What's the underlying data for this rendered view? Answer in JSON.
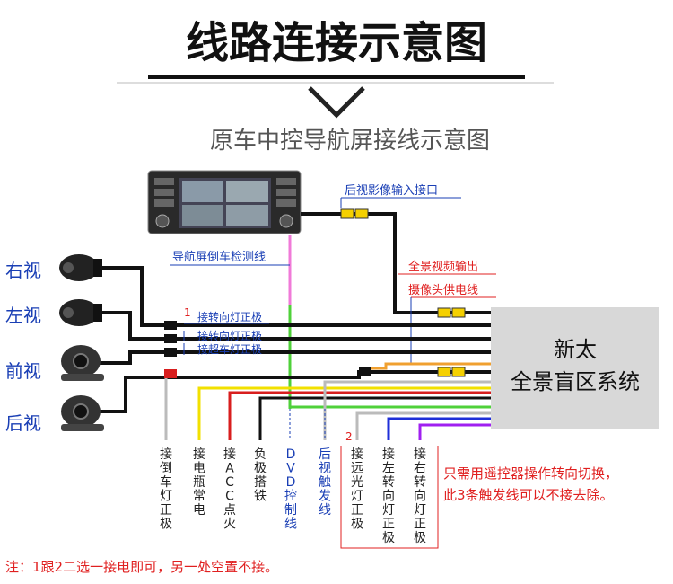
{
  "header": {
    "title": "线路连接示意图",
    "subtitle": "原车中控导航屏接线示意图"
  },
  "system_box": {
    "line1": "新太",
    "line2": "全景盲区系统"
  },
  "cameras": [
    {
      "label": "右视"
    },
    {
      "label": "左视"
    },
    {
      "label": "前视"
    },
    {
      "label": "后视"
    }
  ],
  "wire_labels": {
    "rear_input": "后视影像输入接口",
    "reverse_detect": "导航屏倒车检测线",
    "panorama_output": "全景视频输出",
    "camera_power": "摄像头供电线",
    "turn_signal_1": "接转向灯正极",
    "turn_signal_2": "接转向灯正极",
    "overtake_light": "接超车灯正极",
    "marker_1": "1",
    "marker_2": "2"
  },
  "bottom_labels": [
    {
      "text": "接倒车灯正极",
      "color": "#222222"
    },
    {
      "text": "接电瓶常电",
      "color": "#222222"
    },
    {
      "text": "接ACC点火",
      "color": "#222222"
    },
    {
      "text": "负极搭铁",
      "color": "#222222"
    },
    {
      "text": "DVD控制线",
      "color": "#1a3fb5"
    },
    {
      "text": "后视触发线",
      "color": "#1a3fb5"
    },
    {
      "text": "接远光灯正极",
      "color": "#222222"
    },
    {
      "text": "接左转向灯正极",
      "color": "#222222"
    },
    {
      "text": "接右转向灯正极",
      "color": "#222222"
    }
  ],
  "remote_note": {
    "line1": "只需用遥控器操作转向切换，",
    "line2": "此3条触发线可以不接去除。"
  },
  "footer_note": "注：1跟2二选一接电即可，另一处空置不接。",
  "colors": {
    "blue_label": "#1a3fb5",
    "red_label": "#e02020",
    "wire_black": "#111111",
    "wire_yellow": "#f2e000",
    "wire_red": "#d81e1e",
    "wire_green": "#4fd13a",
    "wire_pink": "#f07ad8",
    "wire_orange": "#f0a030",
    "wire_blue": "#1f2fd8",
    "wire_purple": "#a020f0",
    "wire_grey": "#bbbbbb",
    "connector_yellow": "#f5d000",
    "box_fill": "#d8d8d8"
  }
}
